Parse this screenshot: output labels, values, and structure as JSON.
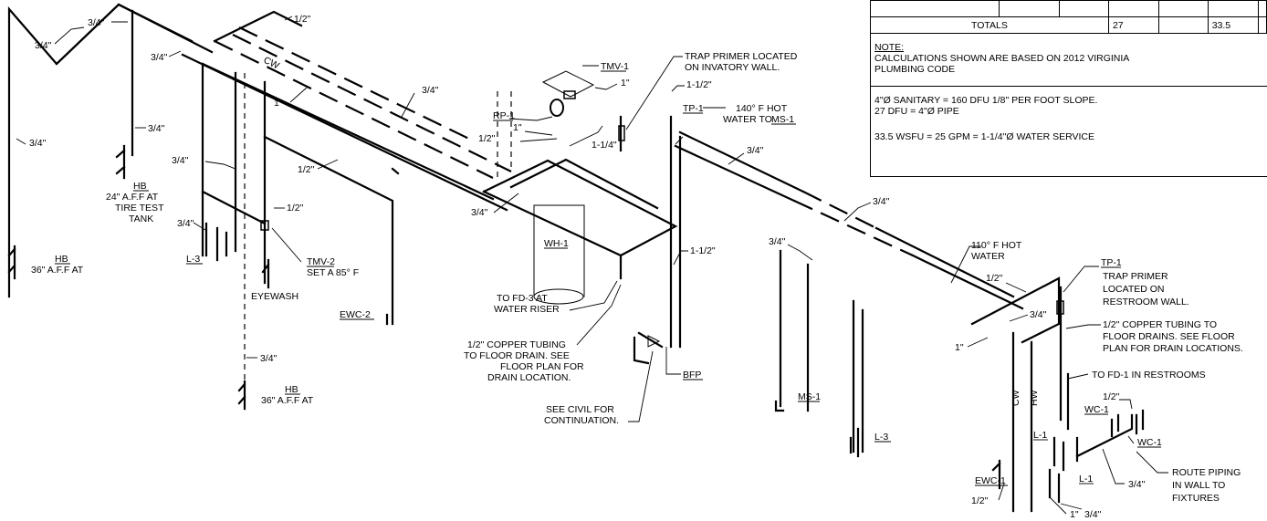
{
  "schedule": {
    "blank_row": [
      "",
      "",
      "",
      "",
      "",
      "",
      ""
    ],
    "totals_label": "TOTALS",
    "totals_dfu": "27",
    "totals_blank_1": "",
    "totals_wsfu": "33.5",
    "totals_blank_2": ""
  },
  "notes": {
    "heading": "NOTE:",
    "calc_line_1": "CALCULATIONS SHOWN ARE BASED ON 2012 VIRGINIA",
    "calc_line_2": "PLUMBING CODE",
    "sanitary_line": "4\"Ø SANITARY =  160 DFU     1/8\" PER FOOT SLOPE.",
    "dfu_line": "27 DFU = 4\"Ø PIPE",
    "wsfu_line": "33.5 WSFU = 25 GPM = 1-1/4\"Ø WATER SERVICE"
  },
  "labels": {
    "s34a": "3/4\"",
    "s34b": "3/4\"",
    "s34c": "3/4\"",
    "s34d": "3/4\"",
    "s34e": "3/4\"",
    "s34f": "3/4\"",
    "s34g": "3/4\"",
    "s34h": "3/4\"",
    "s34i": "3/4\"",
    "s34j": "3/4\"",
    "s34k": "3/4\"",
    "s34l": "3/4\"",
    "s34m": "3/4\"",
    "s34n": "3/4\"",
    "s34o": "3/4\"",
    "s12a": "1/2\"",
    "s12b": "1/2\"",
    "s12c": "1/2\"",
    "s12d": "1/2\"",
    "s12e": "1/2\"",
    "s12f": "1/2\"",
    "s1a": "1\"",
    "s1b": "1\"",
    "s1c": "1\"",
    "s1d": "1\"",
    "s112a": "1-1/2\"",
    "s112b": "1-1/2\"",
    "s114": "1-1/4\"",
    "cw_top": "CW",
    "hb1_tag": "HB",
    "hb1_note1": "24\" A.F.F AT",
    "hb1_note2": "TIRE TEST",
    "hb1_note3": "TANK",
    "hb2_tag": "HB",
    "hb2_note": "36\" A.F.F AT",
    "hb3_tag": "HB",
    "hb3_note": "36\" A.F.F AT",
    "l3_left": "L-3",
    "eyewash": "EYEWASH",
    "tmv2_tag": "TMV-2",
    "tmv2_note": "SET A 85° F",
    "ewc2": "EWC-2",
    "rp1": "RP-1",
    "tmv1": "TMV-1",
    "trap1_l1": "TRAP PRIMER LOCATED",
    "trap1_l2": "ON INVATORY WALL.",
    "tp1_top": "TP-1",
    "hot140_l1": "140° F HOT",
    "hot140_l2": "WATER TO",
    "hot140_ms1": "MS-1",
    "wh1": "WH-1",
    "fd3_l1": "TO FD-3 AT",
    "fd3_l2": "WATER RISER",
    "cu1_l1": "1/2\" COPPER TUBING",
    "cu1_l2": "TO FLOOR DRAIN. SEE",
    "cu1_l3": "FLOOR PLAN FOR",
    "cu1_l4": "DRAIN LOCATION.",
    "bfp": "BFP",
    "civil_l1": "SEE CIVIL FOR",
    "civil_l2": "CONTINUATION.",
    "hot110_l1": "110° F HOT",
    "hot110_l2": "WATER",
    "ms1": "MS-1",
    "l3_mid": "L-3",
    "tp1_right": "TP-1",
    "trap2_l1": "TRAP PRIMER",
    "trap2_l2": "LOCATED ON",
    "trap2_l3": "RESTROOM WALL.",
    "cu2_l1": "1/2\" COPPER TUBING TO",
    "cu2_l2": "FLOOR DRAINS. SEE FLOOR",
    "cu2_l3": "PLAN FOR DRAIN LOCATIONS.",
    "fd1": "TO FD-1 IN RESTROOMS",
    "wc1_a": "WC-1",
    "wc1_b": "WC-1",
    "route_l1": "ROUTE PIPING",
    "route_l2": "IN WALL TO",
    "route_l3": "FIXTURES",
    "l1_a": "L-1",
    "l1_b": "L-1",
    "ewc1": "EWC-1",
    "cw_right": "CW",
    "hw_right": "HW"
  }
}
